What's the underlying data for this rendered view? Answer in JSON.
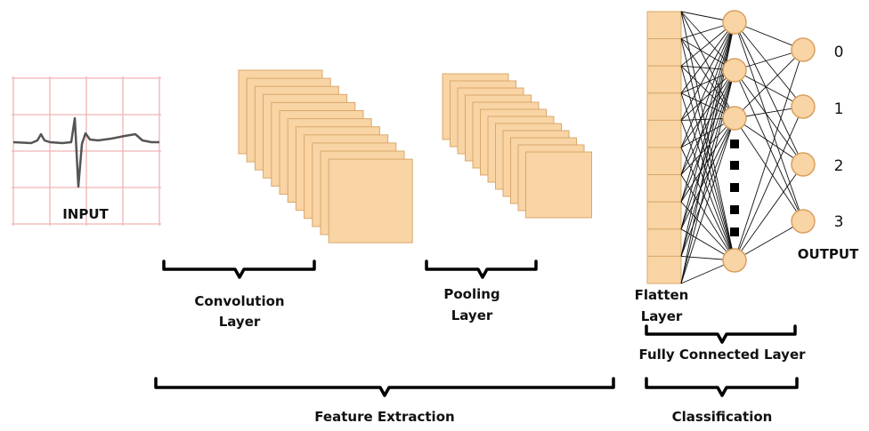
{
  "labels": {
    "input": "INPUT",
    "conv_line1": "Convolution",
    "conv_line2": "Layer",
    "pool_line1": "Pooling",
    "pool_line2": "Layer",
    "flatten_line1": "Flatten",
    "flatten_line2": "Layer",
    "fully_connected": "Fully Connected Layer",
    "output": "OUTPUT",
    "feature_extraction": "Feature Extraction",
    "classification": "Classification"
  },
  "output_classes": [
    "0",
    "1",
    "2",
    "3"
  ],
  "colors": {
    "map_fill": "#f9d4a4",
    "map_stroke": "#d9a86c",
    "node_fill": "#f9d4a4",
    "node_stroke": "#d9a060",
    "grid": "#f0b4b4",
    "signal": "#555555"
  }
}
